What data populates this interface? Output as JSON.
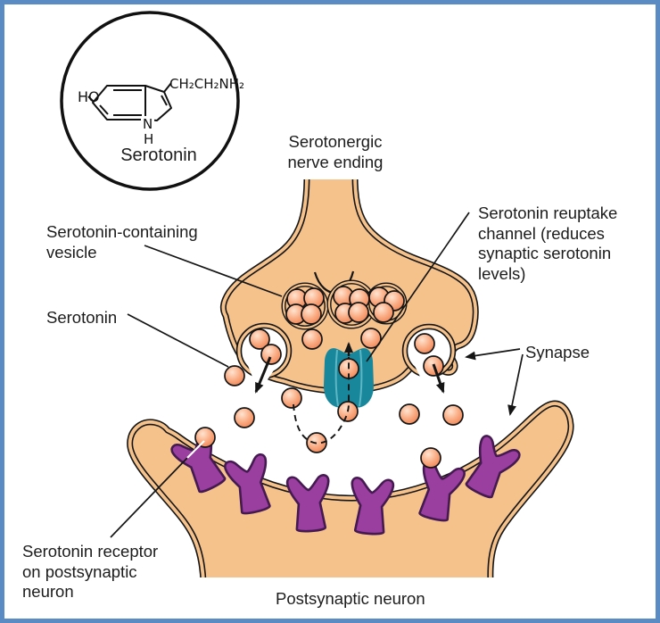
{
  "frame": {
    "border_color": "#5a8bc2"
  },
  "colors": {
    "frame": "#5a8bc2",
    "tan": "#f6c28c",
    "outline": "#151515",
    "teal": "#18879b",
    "teal_ridge": "#5db6c4",
    "purple": "#9a3ea0",
    "purpledk": "#441a50",
    "ball_highlight": "#ffe4d0",
    "ball_mid": "#f9a87e",
    "ball_edge": "#ee7f4f",
    "text": "#1c1c1c"
  },
  "inset": {
    "name": "Serotonin",
    "hydroxyl": "HO",
    "side_chain": "CH₂CH₂NH₂",
    "nitrogen": "N",
    "hydrogen": "H"
  },
  "labels": {
    "nerve_ending": "Serotonergic nerve ending",
    "vesicle": "Serotonin-containing vesicle",
    "serotonin": "Serotonin",
    "reuptake_channel": "Serotonin reuptake channel (reduces synaptic serotonin levels)",
    "synapse": "Synapse",
    "receptor": "Serotonin receptor on postsynaptic neuron",
    "postsynaptic": "Postsynaptic neuron"
  }
}
